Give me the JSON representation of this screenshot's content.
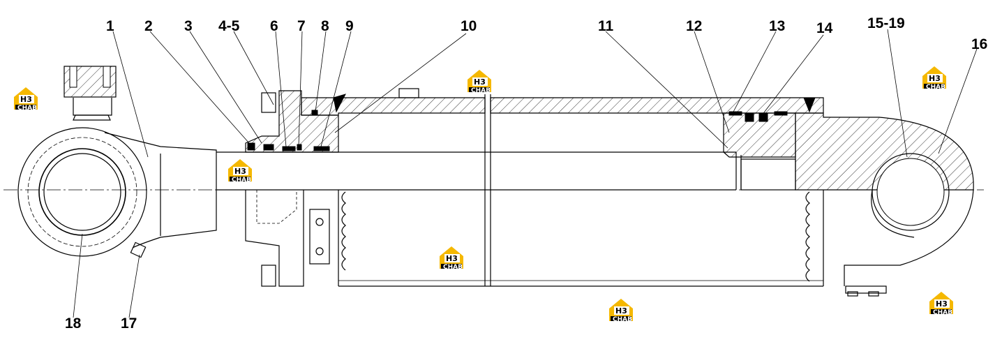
{
  "diagram": {
    "colors": {
      "line": "#000000",
      "logo_yellow": "#f5b800",
      "logo_black": "#000000",
      "background": "#ffffff"
    },
    "callouts": [
      "1",
      "2",
      "3",
      "4-5",
      "6",
      "7",
      "8",
      "9",
      "10",
      "11",
      "12",
      "13",
      "14",
      "15-19",
      "16",
      "17",
      "18"
    ],
    "watermark": {
      "top": "H3",
      "bottom": "CHAB",
      "icon": "h3-logo-icon"
    }
  }
}
